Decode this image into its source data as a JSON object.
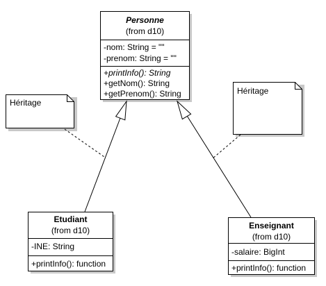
{
  "diagram": {
    "classes": {
      "personne": {
        "name": "Personne",
        "package": "(from d10)",
        "attributes": [
          "-nom: String = \"\"",
          "-prenom: String = \"\""
        ],
        "operations": [
          "+printInfo(): String",
          "+getNom(): String",
          "+getPrenom(): String"
        ]
      },
      "etudiant": {
        "name": "Etudiant",
        "package": "(from d10)",
        "attributes": [
          "-INE: String"
        ],
        "operations": [
          "+printInfo(): function"
        ]
      },
      "enseignant": {
        "name": "Enseignant",
        "package": "(from d10)",
        "attributes": [
          "-salaire: BigInt"
        ],
        "operations": [
          "+printInfo(): function"
        ]
      }
    },
    "notes": {
      "left": "Héritage",
      "right": "Héritage"
    }
  }
}
